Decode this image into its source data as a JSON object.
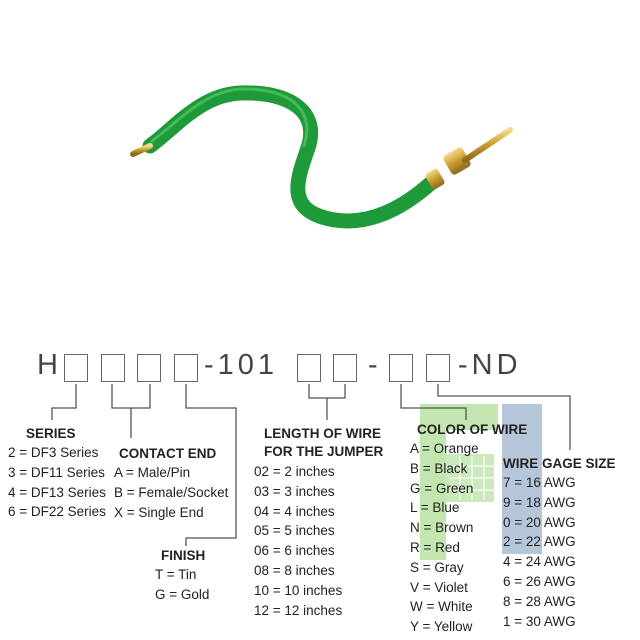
{
  "part_number": {
    "prefix": "H",
    "mid": "-101",
    "sep": "-",
    "suffix": "-ND"
  },
  "series": {
    "heading": "SERIES",
    "items": [
      "2 = DF3 Series",
      "3 = DF11 Series",
      "4 = DF13 Series",
      "6 = DF22 Series"
    ]
  },
  "contact_end": {
    "heading": "CONTACT END",
    "items": [
      "A = Male/Pin",
      "B = Female/Socket",
      "X = Single End"
    ]
  },
  "finish": {
    "heading": "FINISH",
    "items": [
      "T = Tin",
      "G = Gold"
    ]
  },
  "length": {
    "heading_line1": "LENGTH OF WIRE",
    "heading_line2": "FOR THE JUMPER",
    "items": [
      "02 = 2 inches",
      "03 = 3 inches",
      "04 = 4 inches",
      "05 = 5 inches",
      "06 = 6 inches",
      "08 = 8 inches",
      "10 = 10 inches",
      "12 = 12 inches"
    ]
  },
  "color": {
    "heading": "COLOR OF WIRE",
    "items": [
      "A = Orange",
      "B = Black",
      "G = Green",
      "L = Blue",
      "N = Brown",
      "R = Red",
      "S = Gray",
      "V = Violet",
      "W = White",
      "Y = Yellow"
    ]
  },
  "gage": {
    "heading": "WIRE GAGE SIZE",
    "items": [
      "7 = 16 AWG",
      "9 = 18 AWG",
      "0 = 20 AWG",
      "2 = 22 AWG",
      "4 = 24 AWG",
      "6 = 26 AWG",
      "8 = 28 AWG",
      "1 = 30 AWG"
    ]
  },
  "colors": {
    "wire": "#1f9a3a",
    "wire_highlight": "#4fc25f",
    "gold": "#d9b44a",
    "logo_green": "#8ccf6a",
    "logo_blue": "#6f93b5"
  }
}
